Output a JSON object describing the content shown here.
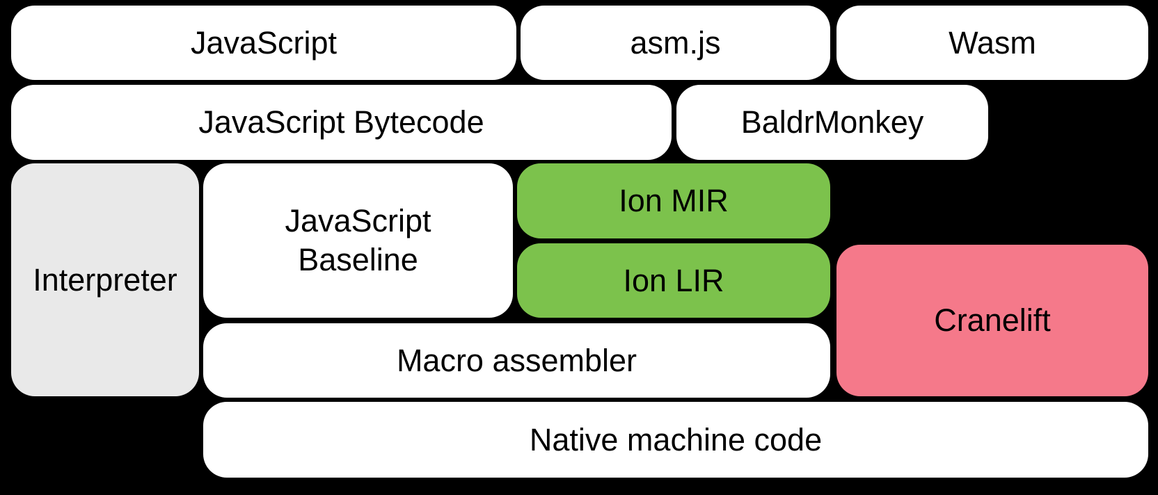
{
  "colors": {
    "background": "#000000",
    "box_white": "#ffffff",
    "box_gray": "#e9e9e9",
    "box_green": "#7cc24c",
    "box_pink": "#f5798a",
    "text": "#000000"
  },
  "boxes": {
    "javascript": {
      "label": "JavaScript"
    },
    "asmjs": {
      "label": "asm.js"
    },
    "wasm": {
      "label": "Wasm"
    },
    "bytecode": {
      "label": "JavaScript Bytecode"
    },
    "baldrmonkey": {
      "label": "BaldrMonkey"
    },
    "interpreter": {
      "label": "Interpreter"
    },
    "baseline": {
      "label": "JavaScript Baseline"
    },
    "ion_mir": {
      "label": "Ion MIR"
    },
    "ion_lir": {
      "label": "Ion LIR"
    },
    "cranelift": {
      "label": "Cranelift"
    },
    "macro_assembler": {
      "label": "Macro assembler"
    },
    "native": {
      "label": "Native machine code"
    }
  }
}
